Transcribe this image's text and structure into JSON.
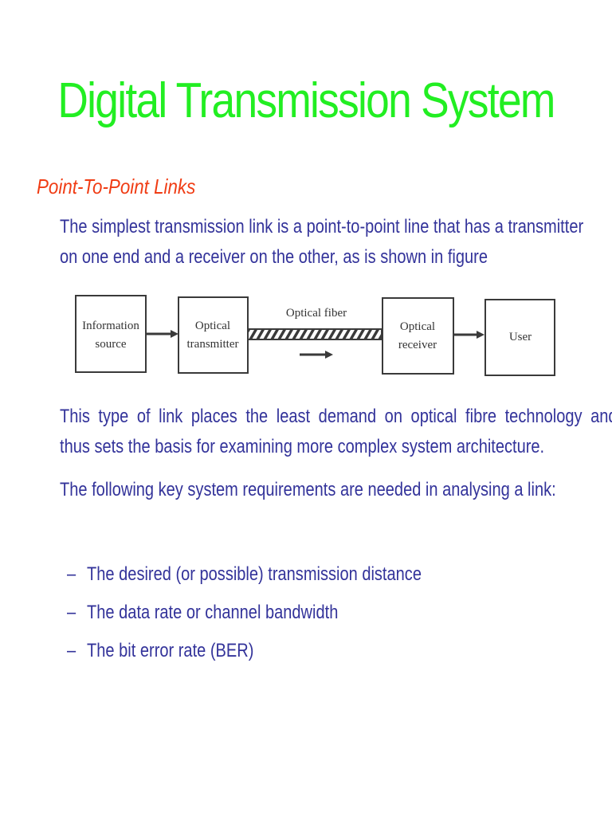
{
  "slide": {
    "title": "Digital Transmission System",
    "subtitle": "Point-To-Point Links",
    "intro": {
      "line1": "The simplest transmission link is a point-to-point line that has a transmitter",
      "line2": "on one end and a receiver on the other, as is shown in figure"
    },
    "body": {
      "line1": "This type of link places the least demand on optical fibre technology and",
      "line2": "thus sets the basis for examining more complex system architecture."
    },
    "requirements_intro": "The following key system requirements are needed in analysing a link:",
    "bullets": [
      {
        "dash": "–",
        "text": "The desired (or possible) transmission distance"
      },
      {
        "dash": "–",
        "text": "The data rate or channel bandwidth"
      },
      {
        "dash": "–",
        "text": "The bit error rate (BER)"
      }
    ],
    "colors": {
      "title": "#22ee22",
      "subtitle": "#f03c14",
      "body": "#33339a"
    }
  },
  "diagram": {
    "blocks": [
      {
        "line1": "Information",
        "line2": "source"
      },
      {
        "line1": "Optical",
        "line2": "transmitter"
      },
      {
        "line1": "Optical",
        "line2": "receiver"
      },
      {
        "line1": "User",
        "line2": ""
      }
    ],
    "fiber_label": "Optical fiber"
  }
}
